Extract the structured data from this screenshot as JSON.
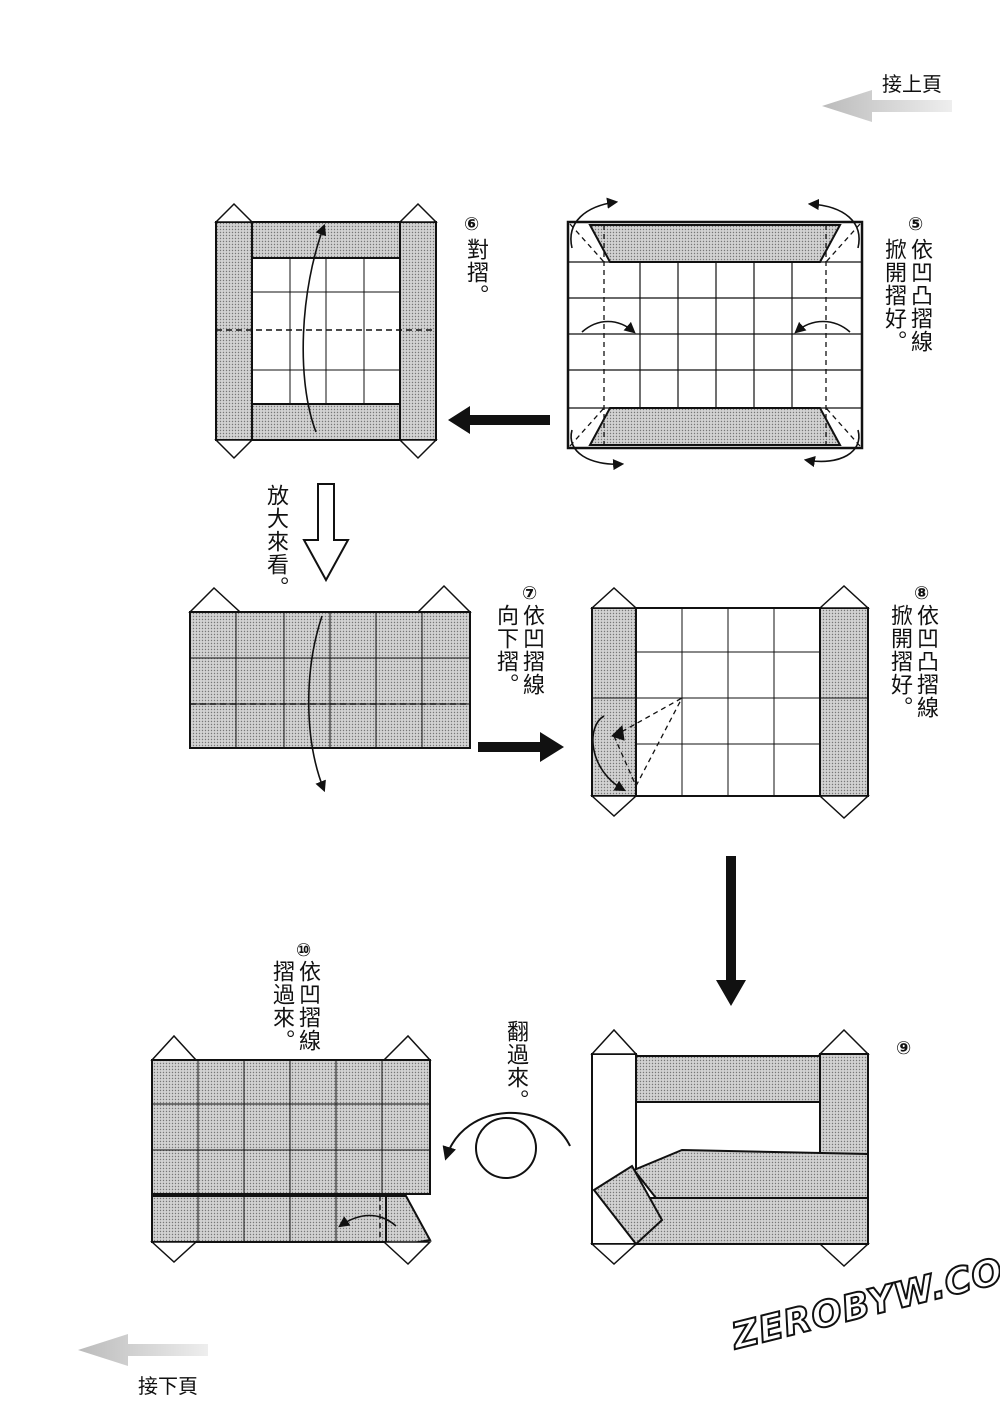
{
  "nav": {
    "prev_page": "接上頁",
    "next_page": "接下頁"
  },
  "steps": [
    {
      "num": "⑤",
      "lines": [
        "依凹凸摺線",
        "掀開摺好。"
      ]
    },
    {
      "num": "⑥",
      "lines": [
        "對摺。"
      ]
    },
    {
      "num": "⑦",
      "lines": [
        "依凹摺線",
        "向下摺。"
      ]
    },
    {
      "num": "⑧",
      "lines": [
        "依凹凸摺線",
        "掀開摺好。"
      ]
    },
    {
      "num": "⑨",
      "lines": []
    },
    {
      "num": "⑩",
      "lines": [
        "依凹摺線",
        "摺過來。"
      ]
    }
  ],
  "notes": {
    "zoom": "放大來看。",
    "flip": "翻過來。"
  },
  "watermark": "ZEROBYW.COM",
  "colors": {
    "shade": "#c8c8c8",
    "ink": "#111111"
  }
}
